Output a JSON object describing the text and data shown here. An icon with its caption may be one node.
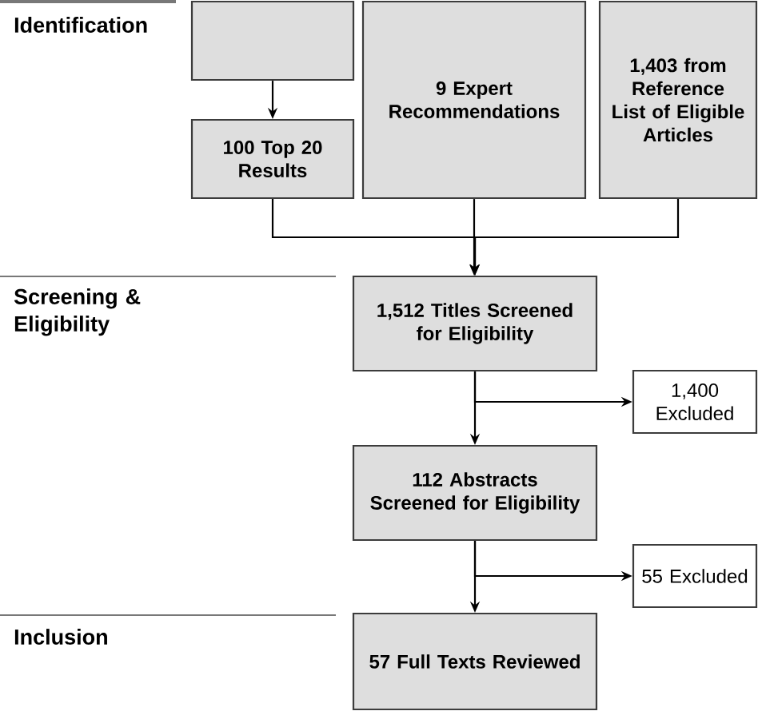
{
  "diagram": {
    "nodes": [
      {
        "text": [],
        "shape": "box"
      },
      {
        "text": [
          "100 Top 20 Results"
        ]
      },
      {
        "text": [
          "9 Expert Recommendations"
        ]
      },
      {
        "text": [
          "1,403 from Reference List of Eligible Articles"
        ]
      },
      {
        "text": [
          "1,512 Titles Screened for Eligibility"
        ]
      },
      {
        "text": [
          "1,400 Excluded"
        ]
      },
      {
        "text": [
          "112 Abstracts Screened for Eligibility"
        ]
      },
      {
        "text": [
          "55 Excluded"
        ]
      },
      {
        "text": [
          "57 Full Texts Reviewed"
        ]
      }
    ],
    "edges": [
      {
        "from": 0,
        "to": 1,
        "arrow": "to"
      },
      {
        "from": 1,
        "to": 4,
        "arrow": "to"
      },
      {
        "from": 2,
        "to": 4,
        "arrow": "to"
      },
      {
        "from": 3,
        "to": 4,
        "arrow": "to"
      },
      {
        "from": 4,
        "to": 5,
        "arrow": "to"
      },
      {
        "from": 4,
        "to": 6,
        "arrow": "to"
      },
      {
        "from": 6,
        "to": 7,
        "arrow": "to"
      },
      {
        "from": 6,
        "to": 8,
        "arrow": "to"
      }
    ],
    "labels": [
      "Identification",
      "Screening & Eligibility",
      "Inclusion"
    ]
  }
}
